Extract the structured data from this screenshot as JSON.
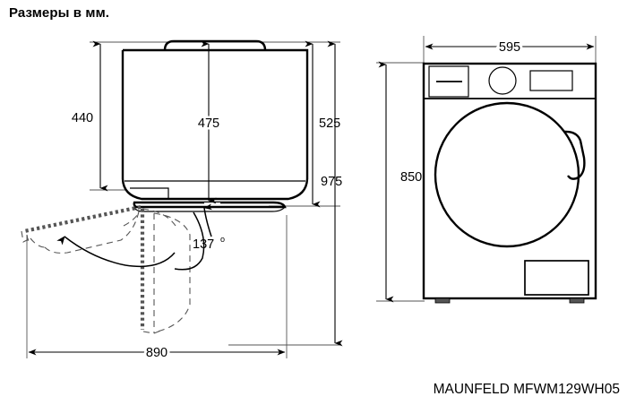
{
  "page": {
    "title": "Размеры в мм.",
    "model": "MAUNFELD MFWM129WH05",
    "background_color": "#ffffff",
    "line_color": "#000000",
    "dash_color": "#555555"
  },
  "units": "mm",
  "views": [
    {
      "id": "side-view",
      "name": "side-view-with-door-swing",
      "description": "Side view of washing machine showing door opening arc"
    },
    {
      "id": "front-view",
      "name": "front-view",
      "description": "Front view of washing machine with control panel and drum door"
    }
  ],
  "dimensions": {
    "depth_body": {
      "value": "440",
      "label": "440",
      "view": "side-view",
      "orientation": "vertical",
      "position": "left"
    },
    "depth_mid": {
      "value": "475",
      "label": "475",
      "view": "side-view",
      "orientation": "vertical",
      "position": "center"
    },
    "depth_with_door": {
      "value": "525",
      "label": "525",
      "view": "side-view",
      "orientation": "vertical",
      "position": "right-inner"
    },
    "depth_door_open": {
      "value": "975",
      "label": "975",
      "view": "side-view",
      "orientation": "vertical",
      "position": "right-outer"
    },
    "door_swing_span": {
      "value": "890",
      "label": "890",
      "view": "side-view",
      "orientation": "horizontal",
      "position": "bottom"
    },
    "door_open_angle": {
      "value": "137",
      "label": "137",
      "degree_symbol": "o",
      "view": "side-view",
      "orientation": "angular"
    },
    "width": {
      "value": "595",
      "label": "595",
      "view": "front-view",
      "orientation": "horizontal",
      "position": "top"
    },
    "height": {
      "value": "850",
      "label": "850",
      "view": "front-view",
      "orientation": "vertical",
      "position": "left"
    }
  },
  "front_view_parts": [
    {
      "name": "control-panel",
      "label": "control panel band"
    },
    {
      "name": "detergent-drawer",
      "label": "detergent drawer"
    },
    {
      "name": "program-dial",
      "label": "program selector dial"
    },
    {
      "name": "display-panel",
      "label": "display"
    },
    {
      "name": "drum-door",
      "label": "drum door"
    },
    {
      "name": "door-handle",
      "label": "door handle"
    },
    {
      "name": "filter-access-panel",
      "label": "filter access panel"
    },
    {
      "name": "leveling-foot",
      "label": "leveling foot"
    }
  ]
}
